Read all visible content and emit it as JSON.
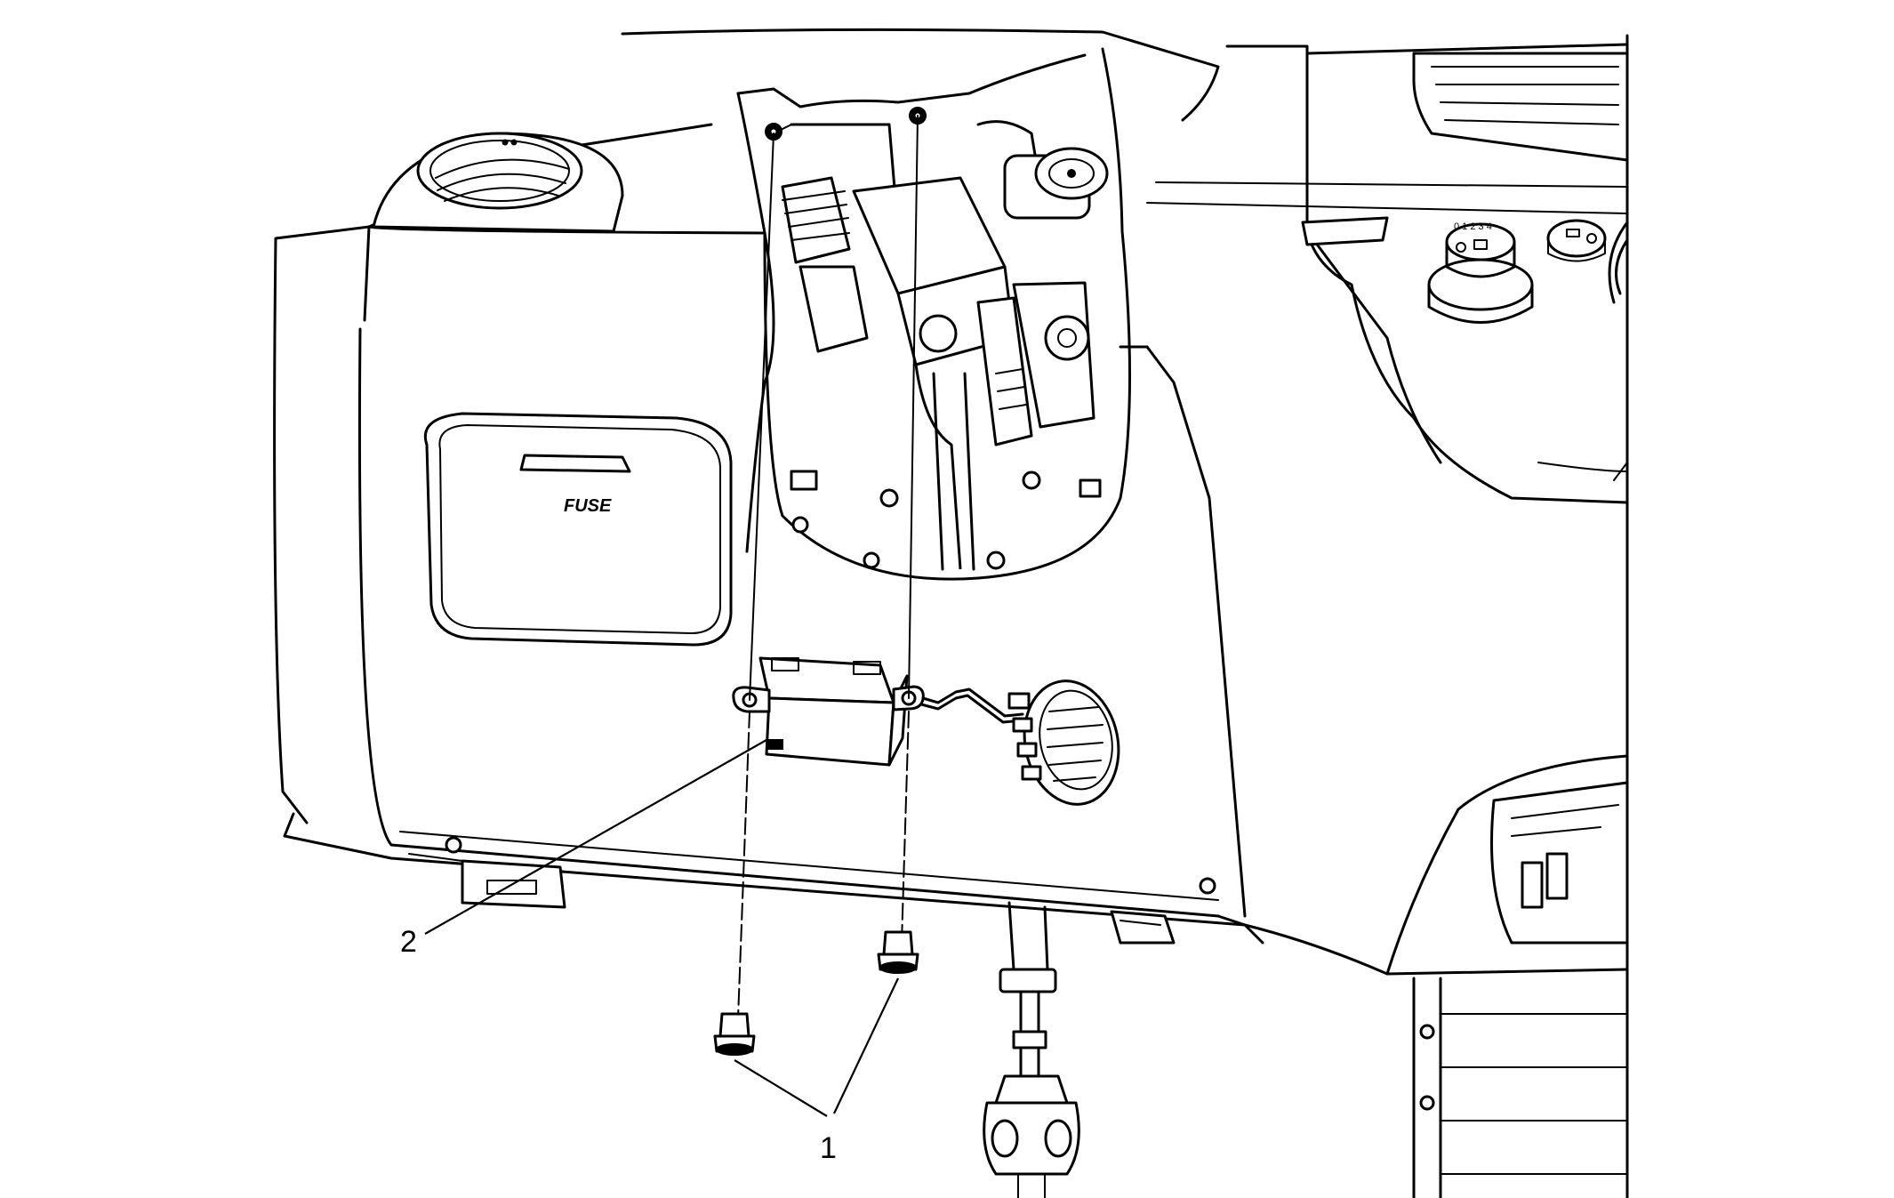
{
  "diagram": {
    "callouts": [
      {
        "id": "1",
        "label": "1"
      },
      {
        "id": "2",
        "label": "2"
      }
    ],
    "embossed_text": {
      "fuse_panel": "FUSE",
      "fan_dial_numbers": "0 1 2 3 4"
    }
  }
}
